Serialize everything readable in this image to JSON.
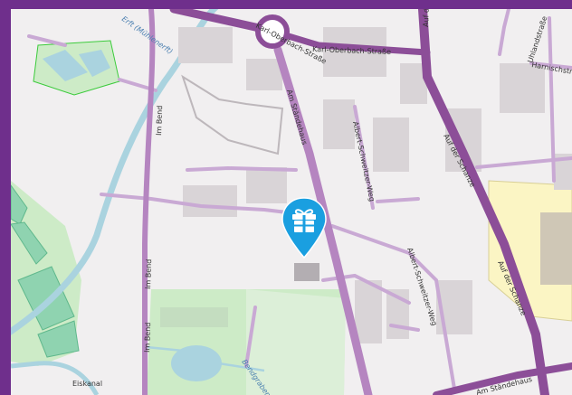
{
  "map": {
    "street_labels": {
      "karl_oberbach_top": "Karl-Oberbach-Straße",
      "karl_oberbach": "Karl-Oberbach-Straße",
      "am_staendehaus_1": "Am Ständehaus",
      "am_staendehaus_2": "Am Ständehaus",
      "im_bend_1": "Im Bend",
      "im_bend_2": "Im Bend",
      "im_bend_3": "Im Bend",
      "albert_1": "Albert-Schweitzer-Weg",
      "albert_2": "Albert-Schweitzer-Weg",
      "auf_der_schanze_1": "Auf der Schanze",
      "auf_der_schanze_2": "Auf der Schanze",
      "auf_der_schanze_top": "Auf d",
      "uhlanstrasse": "Uhlandstraße",
      "harnischstr": "Harnischstr",
      "bend_graben": "Bendgraben"
    },
    "water_labels": {
      "erft": "Erft (Mühlenerft)",
      "eiskanal": "Eiskanal"
    },
    "marker": {
      "icon": "gift-icon",
      "color": "#1a9fe0"
    },
    "colors": {
      "frame": "#6f2f8c",
      "background": "#f1eff0",
      "major_road": "#8c4e98",
      "minor_road": "#c9a9d4",
      "park": "#cdebc7",
      "water": "#aad3df",
      "building": "#d9d4d7"
    }
  }
}
